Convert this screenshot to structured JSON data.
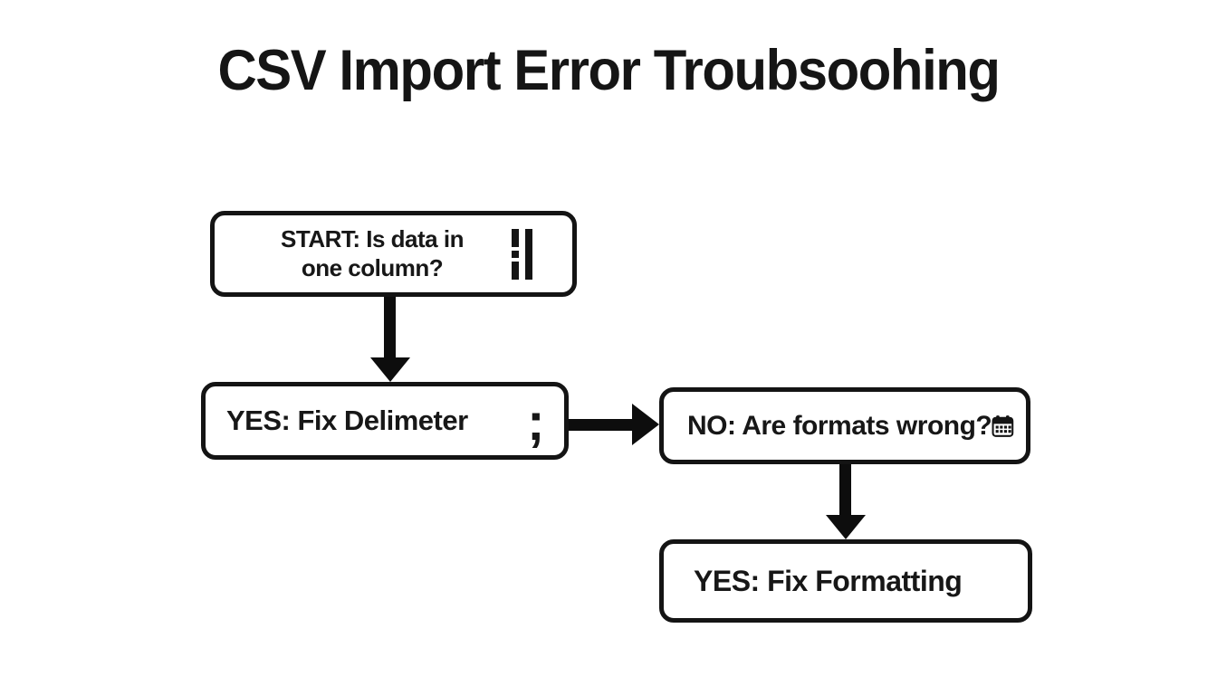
{
  "title": "CSV Import Error Troubsoohing",
  "colors": {
    "background": "#ffffff",
    "foreground": "#141414"
  },
  "boxes": {
    "start": {
      "id": "start",
      "line1": "START: Is data in",
      "line2": "one column?",
      "icon": "columns-icon"
    },
    "fix_delimiter": {
      "id": "fix_delimiter",
      "label": "YES: Fix Delimeter",
      "icon": "semicolon-icon",
      "icon_glyph": ";"
    },
    "formats_wrong": {
      "id": "formats_wrong",
      "label": "NO: Are formats wrong?",
      "icon": "calendar-icon"
    },
    "fix_formatting": {
      "id": "fix_formatting",
      "label": "YES: Fix Formatting",
      "icon": null
    }
  },
  "edges": [
    {
      "from": "start",
      "to": "fix_delimiter",
      "direction": "down"
    },
    {
      "from": "fix_delimiter",
      "to": "formats_wrong",
      "direction": "right"
    },
    {
      "from": "formats_wrong",
      "to": "fix_formatting",
      "direction": "down"
    }
  ]
}
